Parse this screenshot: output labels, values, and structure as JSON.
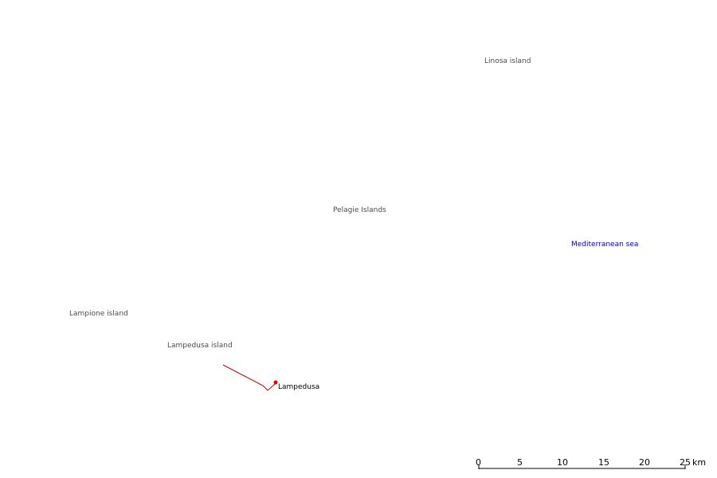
{
  "map": {
    "labels": {
      "linosa": "Linosa island",
      "pelagie": "Pelagie  Islands",
      "sea": "Mediterranean sea",
      "lampione": "Lampione island",
      "lampedusa_island": "Lampedusa island",
      "lampedusa_town": "Lampedusa"
    },
    "colors": {
      "background": "#ffffff",
      "place_label": "#4a4a4a",
      "sea_label": "#0000c8",
      "town_label": "#000000",
      "route": "#c00000",
      "marker": "#e00000"
    }
  },
  "scale_bar": {
    "ticks": [
      "0",
      "5",
      "10",
      "15",
      "20",
      "25"
    ],
    "unit": "km"
  }
}
